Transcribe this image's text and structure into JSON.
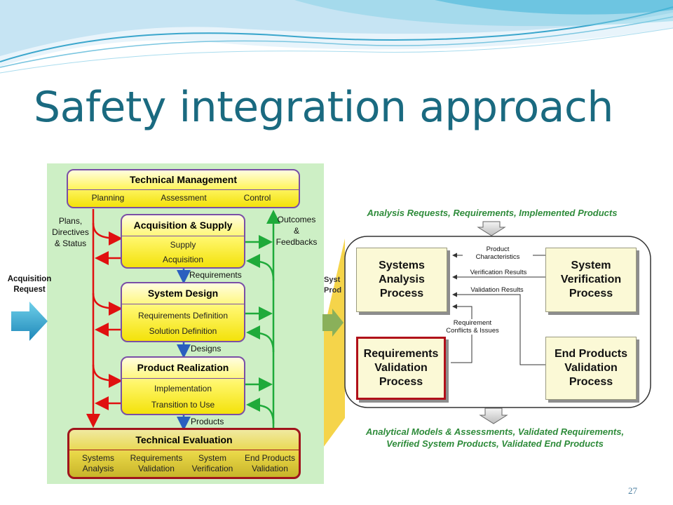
{
  "slide": {
    "title": "Safety integration approach",
    "page_number": "27"
  },
  "left_diagram": {
    "technical_management": {
      "title": "Technical Management",
      "items": [
        "Planning",
        "Assessment",
        "Control"
      ]
    },
    "left_label": [
      "Plans,",
      "Directives",
      "& Status"
    ],
    "right_label": [
      "Outcomes",
      "&",
      "Feedbacks"
    ],
    "acquisition_request": [
      "Acquisition",
      "Request"
    ],
    "right_cut_label": [
      "Syst",
      "Prod"
    ],
    "acquisition_supply": {
      "title": "Acquisition & Supply",
      "items": [
        "Supply",
        "Acquisition"
      ]
    },
    "flow_requirements": "Requirements",
    "system_design": {
      "title": "System Design",
      "items": [
        "Requirements Definition",
        "Solution Definition"
      ]
    },
    "flow_designs": "Designs",
    "product_realization": {
      "title": "Product Realization",
      "items": [
        "Implementation",
        "Transition to Use"
      ]
    },
    "flow_products": "Products",
    "technical_evaluation": {
      "title": "Technical Evaluation",
      "items": [
        [
          "Systems",
          "Analysis"
        ],
        [
          "Requirements",
          "Validation"
        ],
        [
          "System",
          "Verification"
        ],
        [
          "End Products",
          "Validation"
        ]
      ]
    }
  },
  "right_diagram": {
    "top_text": "Analysis Requests, Requirements, Implemented Products",
    "bottom_text": [
      "Analytical Models & Assessments, Validated Requirements,",
      "Verified System Products, Validated End Products"
    ],
    "processes": {
      "systems_analysis": [
        "Systems",
        "Analysis",
        "Process"
      ],
      "system_verification": [
        "System",
        "Verification",
        "Process"
      ],
      "requirements_validation": [
        "Requirements",
        "Validation",
        "Process"
      ],
      "end_products_validation": [
        "End Products",
        "Validation",
        "Process"
      ]
    },
    "arrow_labels": {
      "product_characteristics": [
        "Product",
        "Characteristics"
      ],
      "verification_results": "Verification Results",
      "validation_results": "Validation Results",
      "requirement_conflicts": [
        "Requirement",
        "Conflicts & Issues"
      ]
    }
  },
  "colors": {
    "title": "#1a6a80",
    "green_bg": "#cdefc5",
    "red_arrow": "#e01010",
    "green_arrow": "#1faa3a",
    "blue_arrow": "#2a5fbf",
    "yellow_band": "#f3cc2a"
  }
}
